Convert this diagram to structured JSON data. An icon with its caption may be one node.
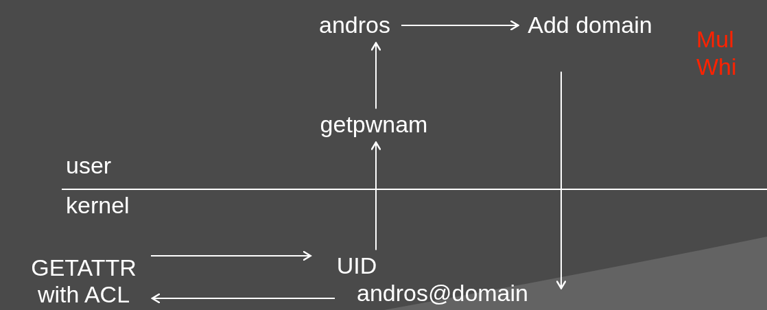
{
  "diagram": {
    "nodes": [
      {
        "text": [
          "andros"
        ]
      },
      {
        "text": [
          "Add domain"
        ]
      },
      {
        "text": [
          "getpwnam"
        ]
      },
      {
        "text": [
          "UID"
        ]
      },
      {
        "text": [
          "andros@domain"
        ]
      },
      {
        "text": [
          "GETATTR with ACL"
        ]
      }
    ],
    "edges": [
      {
        "from": 0,
        "to": 1,
        "arrow": "to"
      },
      {
        "from": 2,
        "to": 0,
        "arrow": "to"
      },
      {
        "from": 3,
        "to": 2,
        "arrow": "to"
      },
      {
        "from": 1,
        "to": 4,
        "arrow": "to"
      },
      {
        "from": 5,
        "to": 3,
        "arrow": "to"
      },
      {
        "from": 4,
        "to": 5,
        "arrow": "to"
      }
    ],
    "labels": [
      "Mul",
      "Whi",
      "user",
      "kernel"
    ]
  }
}
